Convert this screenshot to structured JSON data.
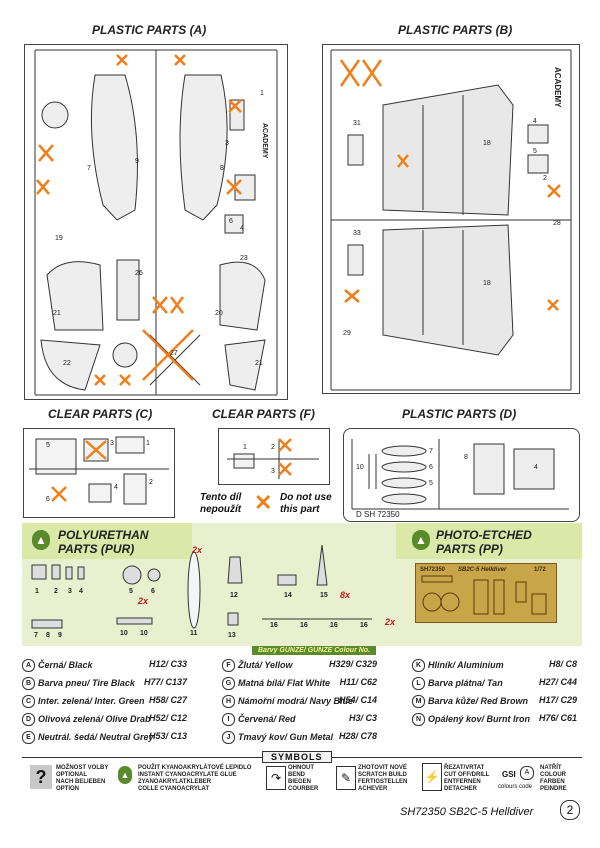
{
  "sections": {
    "plastic_a": "PLASTIC PARTS (A)",
    "plastic_b": "PLASTIC PARTS (B)",
    "clear_c": "CLEAR PARTS (C)",
    "clear_f": "CLEAR PARTS (F)",
    "plastic_d": "PLASTIC PARTS (D)",
    "pur": "POLYURETHAN\nPARTS (PUR)",
    "pe": "PHOTO-ETCHED\nPARTS (PP)"
  },
  "sprue_labels": {
    "academy_a": "ACADEMY",
    "academy_b": "ACADEMY",
    "d_code": "D  SH 72350",
    "pe_code": "SH72350",
    "pe_title": "SB2C-5 Helldiver",
    "pe_scale": "1/72"
  },
  "legend_not_used": {
    "left": "Tento díl\nnepoužít",
    "right": "Do not use\nthis part"
  },
  "multipliers": [
    "2x",
    "2x",
    "8x",
    "2x"
  ],
  "pur_numbers": [
    "1",
    "2",
    "3",
    "4",
    "5",
    "6",
    "11",
    "12",
    "13",
    "14",
    "15",
    "16",
    "16",
    "16",
    "16",
    "7",
    "8",
    "9",
    "10",
    "10"
  ],
  "colour_header": "Barvy GUNZE/ GUNZE Colour No.",
  "colours": [
    {
      "id": "A",
      "name": "Černá/ Black",
      "code": "H12/ C33",
      "hex": "#111111"
    },
    {
      "id": "B",
      "name": "Barva pneu/ Tire Black",
      "code": "H77/ C137",
      "hex": "#222222"
    },
    {
      "id": "C",
      "name": "Inter. zelená/ Inter. Green",
      "code": "H58/ C27",
      "hex": "#7a8a3a"
    },
    {
      "id": "D",
      "name": "Olivová zelená/ Olive Drab",
      "code": "H52/ C12",
      "hex": "#5a5a2a"
    },
    {
      "id": "E",
      "name": "Neutrál. šedá/ Neutral Grey",
      "code": "H53/ C13",
      "hex": "#888888"
    },
    {
      "id": "F",
      "name": "Žlutá/ Yellow",
      "code": "H329/ C329",
      "hex": "#f2c81a"
    },
    {
      "id": "G",
      "name": "Matná bílá/ Flat White",
      "code": "H11/ C62",
      "hex": "#ffffff"
    },
    {
      "id": "H",
      "name": "Námořní modrá/ Navy Blue",
      "code": "H54/ C14",
      "hex": "#1f2f5a"
    },
    {
      "id": "I",
      "name": "Červená/ Red",
      "code": "H3/ C3",
      "hex": "#c0201a"
    },
    {
      "id": "J",
      "name": "Tmavý kov/ Gun Metal",
      "code": "H28/ C78",
      "hex": "#4a4a4a"
    },
    {
      "id": "K",
      "name": "Hliník/ Aluminium",
      "code": "H8/ C8",
      "hex": "#c8c8c8"
    },
    {
      "id": "L",
      "name": "Barva plátna/ Tan",
      "code": "H27/ C44",
      "hex": "#c9a86a"
    },
    {
      "id": "M",
      "name": "Barva kůže/ Red Brown",
      "code": "H17/ C29",
      "hex": "#7a3a1a"
    },
    {
      "id": "N",
      "name": "Opálený kov/ Burnt Iron",
      "code": "H76/ C61",
      "hex": "#5a4a3a"
    }
  ],
  "symbols_title": "SYMBOLS",
  "symbols": [
    {
      "text": "MOŽNOST VOLBY\nOPTIONAL\nNACH BELIEBEN\nOPTION"
    },
    {
      "text": "POUŽIT KYANOAKRYLÁTOVÉ LEPIDLO\nINSTANT CYANOACRYLATE GLUE\nZYANOAKRYLATKLEBER\nCOLLE CYANOACRYLAT"
    },
    {
      "text": "OHNOUT\nBEND\nBIEGEN\nCOURBER"
    },
    {
      "text": "ZHOTOVIT NOVÉ\nSCRATCH BUILD\nFERTIGSTELLEN\nACHEVER"
    },
    {
      "text": "ŘEZAT/VRTAT\nCUT OFF/DRILL\nENTFERNEN\nDETACHER"
    },
    {
      "text": "NATŘÍT\nCOLOUR\nFARBEN\nPEINDRE"
    }
  ],
  "gsi_label": "GSI",
  "colours_code_label": "colours code",
  "footer": "SH72350 SB2C-5 Helldiver",
  "page_number": "2",
  "accent": "#f07f1a"
}
